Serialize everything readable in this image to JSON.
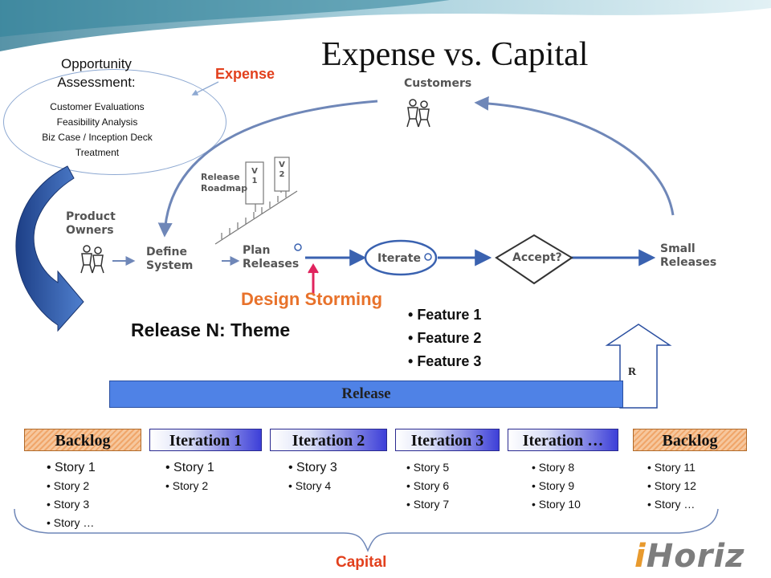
{
  "title": "Expense vs. Capital",
  "opportunity": {
    "heading": "Opportunity Assessment:",
    "items": [
      "Customer Evaluations",
      "Feasibility Analysis",
      "Biz Case / Inception Deck",
      "Treatment"
    ]
  },
  "expense_label": "Expense",
  "flow": {
    "customers": "Customers",
    "product_owners": "Product Owners",
    "release_roadmap": "Release Roadmap",
    "v1": "V 1",
    "v2": "V 2",
    "define_system": "Define System",
    "plan_releases": "Plan Releases",
    "iterate": "Iterate",
    "accept": "Accept?",
    "small_releases": "Small Releases"
  },
  "design_storming": "Design Storming",
  "release_theme": "Release N: Theme",
  "features": [
    "Feature 1",
    "Feature 2",
    "Feature 3"
  ],
  "release_bar_label": "Release",
  "r_label": "R",
  "columns": [
    {
      "header": "Backlog",
      "stories": [
        "Story 1",
        "Story 2",
        "Story 3",
        "Story …"
      ]
    },
    {
      "header": "Iteration 1",
      "stories": [
        "Story 1",
        "Story 2"
      ]
    },
    {
      "header": "Iteration 2",
      "stories": [
        "Story 3",
        "Story 4"
      ]
    },
    {
      "header": "Iteration 3",
      "stories": [
        "Story 5",
        "Story 6",
        "Story 7"
      ]
    },
    {
      "header": "Iteration …",
      "stories": [
        "Story 8",
        "Story 9",
        "Story 10"
      ]
    },
    {
      "header": "Backlog",
      "stories": [
        "Story 11",
        "Story 12",
        "Story …"
      ]
    }
  ],
  "capital_label": "Capital",
  "logo": {
    "first": "i",
    "rest": "Horiz"
  },
  "colors": {
    "accent_red": "#e2401d",
    "design_orange": "#e8722b",
    "release_blue": "#4f82e6",
    "arrow_blue": "#3a62b0"
  }
}
